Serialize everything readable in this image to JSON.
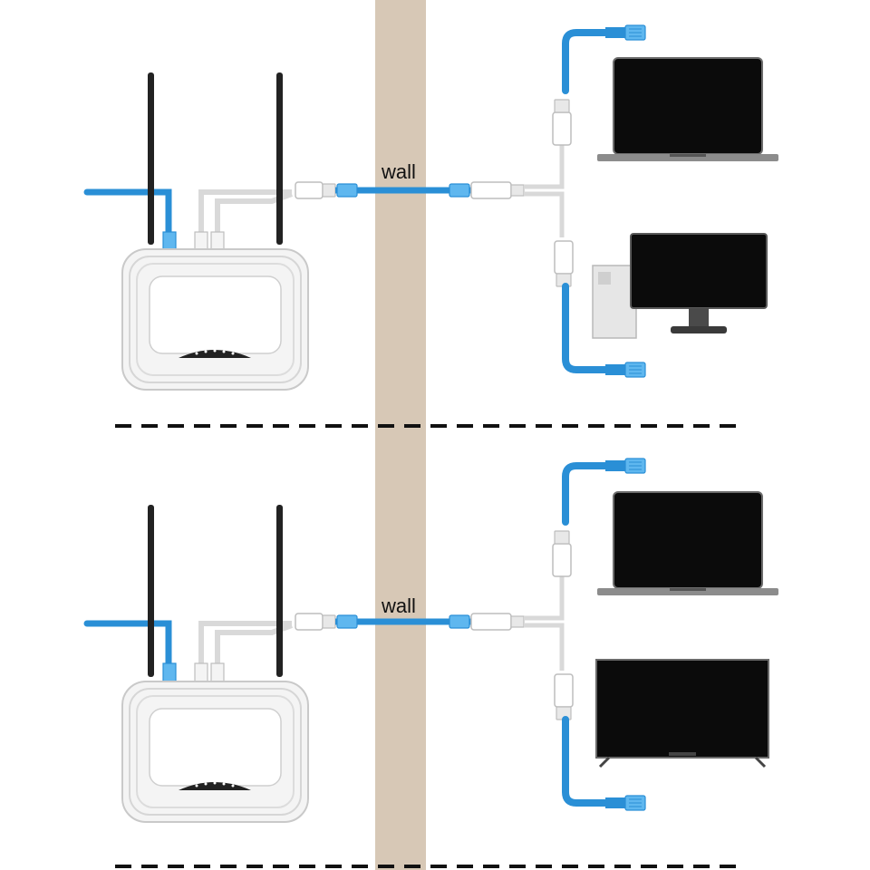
{
  "diagram": {
    "wall_label": "wall",
    "colors": {
      "wall": "#d7c8b6",
      "cable_blue": "#2a8fd6",
      "cable_white": "#d9d9d9",
      "router_body": "#f1f1f1",
      "antenna": "#222222",
      "screen": "#000000",
      "divider": "#111111"
    },
    "panels": [
      {
        "wall_label": "wall",
        "devices": [
          {
            "kind": "router",
            "icon": "router-icon"
          },
          {
            "kind": "splitter",
            "icon": "rj45-splitter-icon"
          },
          {
            "kind": "splitter",
            "icon": "rj45-splitter-icon"
          },
          {
            "kind": "laptop",
            "icon": "laptop-icon"
          },
          {
            "kind": "desktop",
            "icon": "desktop-pc-icon"
          }
        ]
      },
      {
        "wall_label": "wall",
        "devices": [
          {
            "kind": "router",
            "icon": "router-icon"
          },
          {
            "kind": "splitter",
            "icon": "rj45-splitter-icon"
          },
          {
            "kind": "splitter",
            "icon": "rj45-splitter-icon"
          },
          {
            "kind": "laptop",
            "icon": "laptop-icon"
          },
          {
            "kind": "tv",
            "icon": "tv-icon"
          }
        ]
      }
    ]
  }
}
